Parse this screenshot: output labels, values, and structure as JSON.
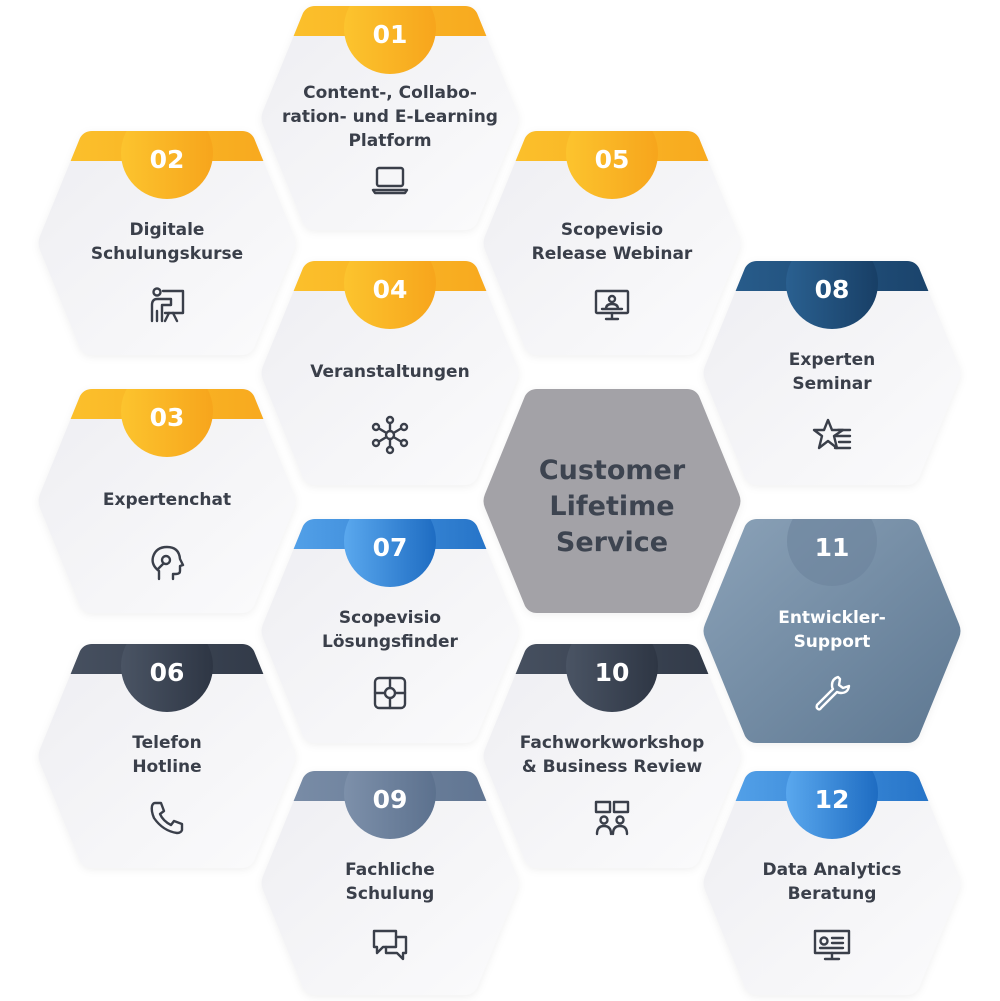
{
  "center": {
    "lines": [
      "Customer",
      "Lifetime",
      "Service"
    ],
    "color": "#a3a2a7"
  },
  "items": [
    {
      "number": "01",
      "title_lines": [
        "Content-, Collabo-",
        "ration- und E-Learning",
        "Platform"
      ],
      "icon": "laptop-icon",
      "tab": [
        "#fcc42e",
        "#f7a51c"
      ]
    },
    {
      "number": "02",
      "title_lines": [
        "Digitale",
        "Schulungskurse"
      ],
      "icon": "presenter-icon",
      "tab": [
        "#fcc42e",
        "#f7a51c"
      ]
    },
    {
      "number": "03",
      "title_lines": [
        "Expertenchat"
      ],
      "icon": "head-icon",
      "tab": [
        "#fcc42e",
        "#f7a51c"
      ]
    },
    {
      "number": "04",
      "title_lines": [
        "Veranstaltungen"
      ],
      "icon": "network-icon",
      "tab": [
        "#fcc42e",
        "#f7a51c"
      ]
    },
    {
      "number": "05",
      "title_lines": [
        "Scopevisio",
        "Release Webinar"
      ],
      "icon": "webinar-icon",
      "tab": [
        "#fcc42e",
        "#f7a51c"
      ]
    },
    {
      "number": "06",
      "title_lines": [
        "Telefon",
        "Hotline"
      ],
      "icon": "phone-icon",
      "tab": [
        "#4a5464",
        "#2e3644"
      ]
    },
    {
      "number": "07",
      "title_lines": [
        "Scopevisio",
        "Lösungsfinder"
      ],
      "icon": "puzzle-hands-icon",
      "tab": [
        "#5aa8ee",
        "#1e6cc2"
      ]
    },
    {
      "number": "08",
      "title_lines": [
        "Experten",
        "Seminar"
      ],
      "icon": "star-list-icon",
      "tab": [
        "#2a6090",
        "#183f66"
      ]
    },
    {
      "number": "09",
      "title_lines": [
        "Fachliche",
        "Schulung"
      ],
      "icon": "chat-icon",
      "tab": [
        "#7d90aa",
        "#5c718e"
      ]
    },
    {
      "number": "10",
      "title_lines": [
        "Fachworkworkshop",
        "& Business Review"
      ],
      "icon": "meeting-icon",
      "tab": [
        "#4a5464",
        "#2e3644"
      ]
    },
    {
      "number": "11",
      "title_lines": [
        "Entwickler-",
        "Support"
      ],
      "icon": "wrench-icon",
      "tab": [
        "#7f96ad",
        "#5f7a94"
      ]
    },
    {
      "number": "12",
      "title_lines": [
        "Data Analytics",
        "Beratung"
      ],
      "icon": "monitor-icon",
      "tab": [
        "#5aa8ee",
        "#1e6cc2"
      ]
    }
  ]
}
